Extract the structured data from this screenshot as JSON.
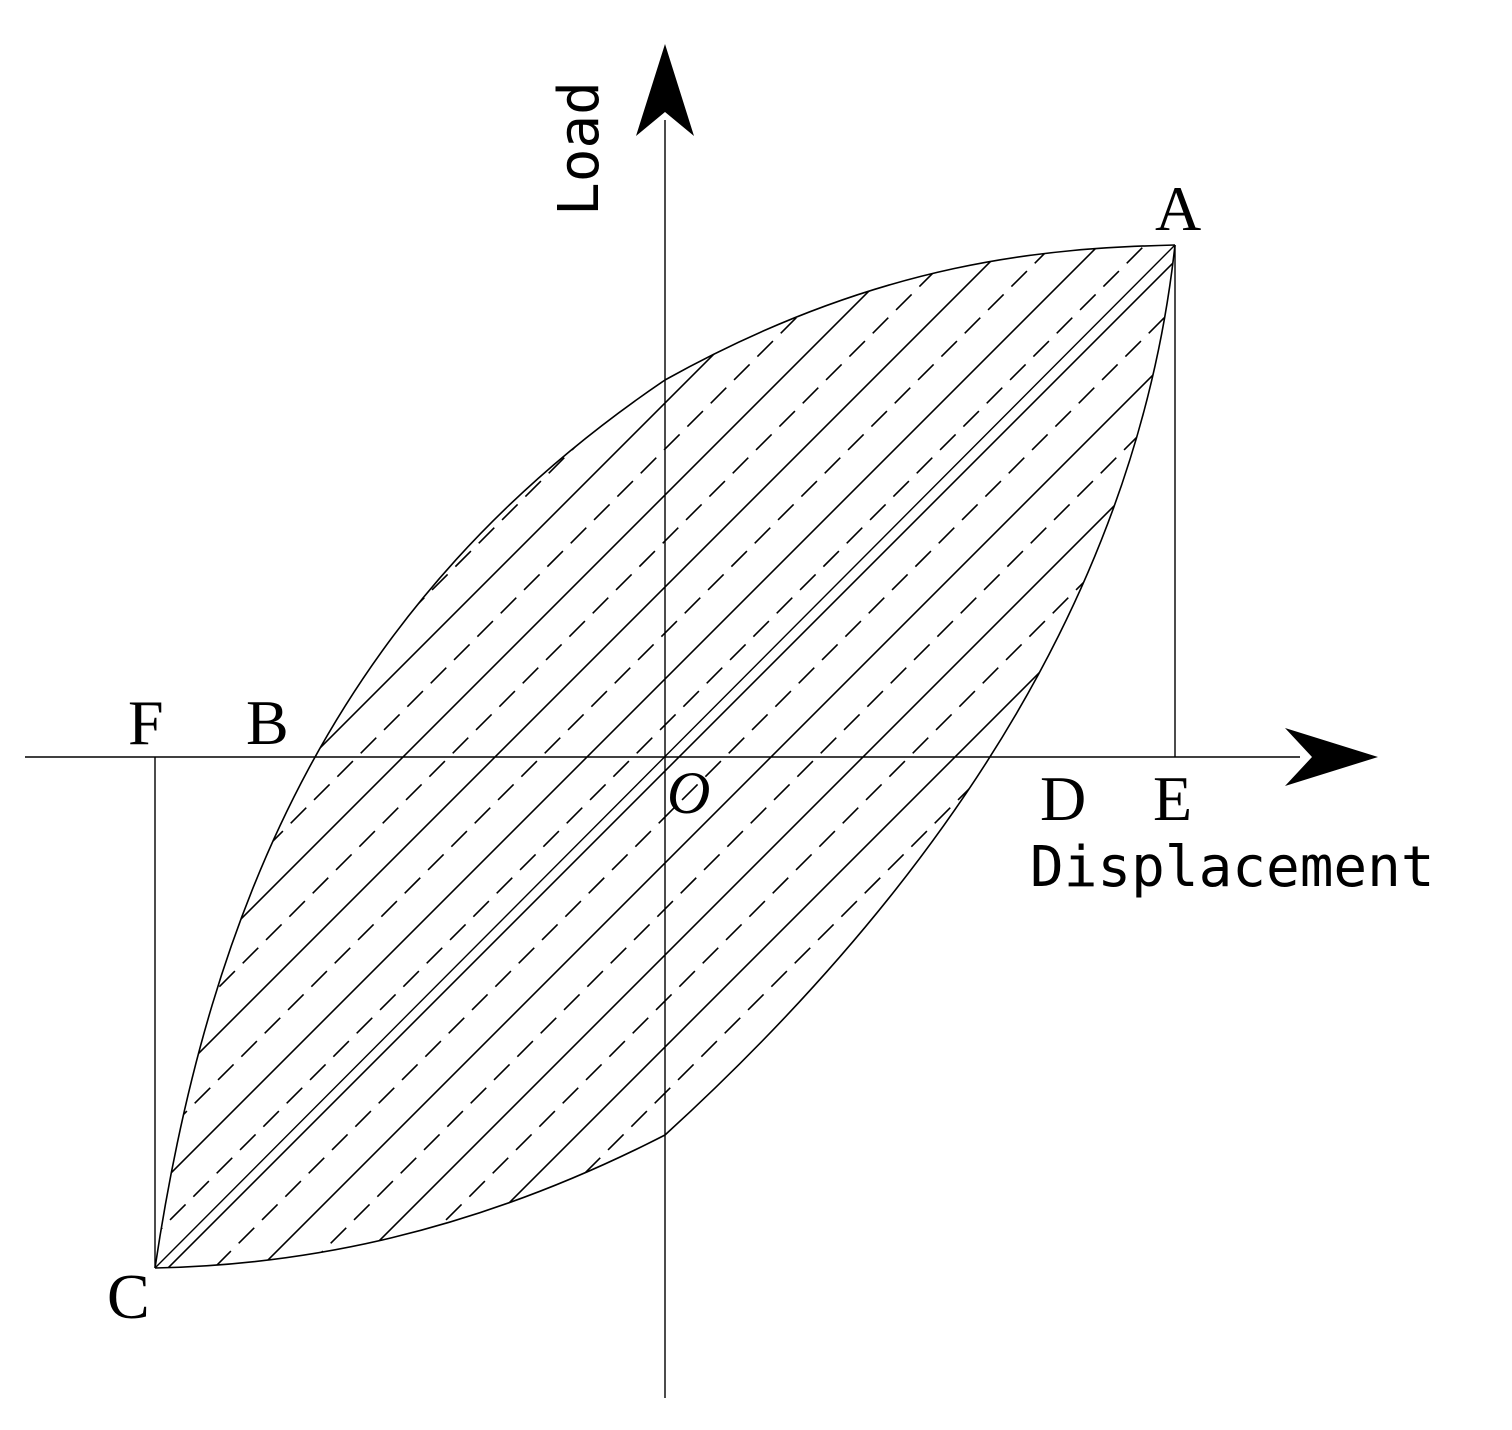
{
  "axes": {
    "y_label": "Load",
    "x_label": "Displacement",
    "origin_label": "O"
  },
  "points": {
    "A": "A",
    "B": "B",
    "C": "C",
    "D": "D",
    "E": "E",
    "F": "F"
  },
  "colors": {
    "ink": "#000000",
    "background": "#ffffff"
  }
}
